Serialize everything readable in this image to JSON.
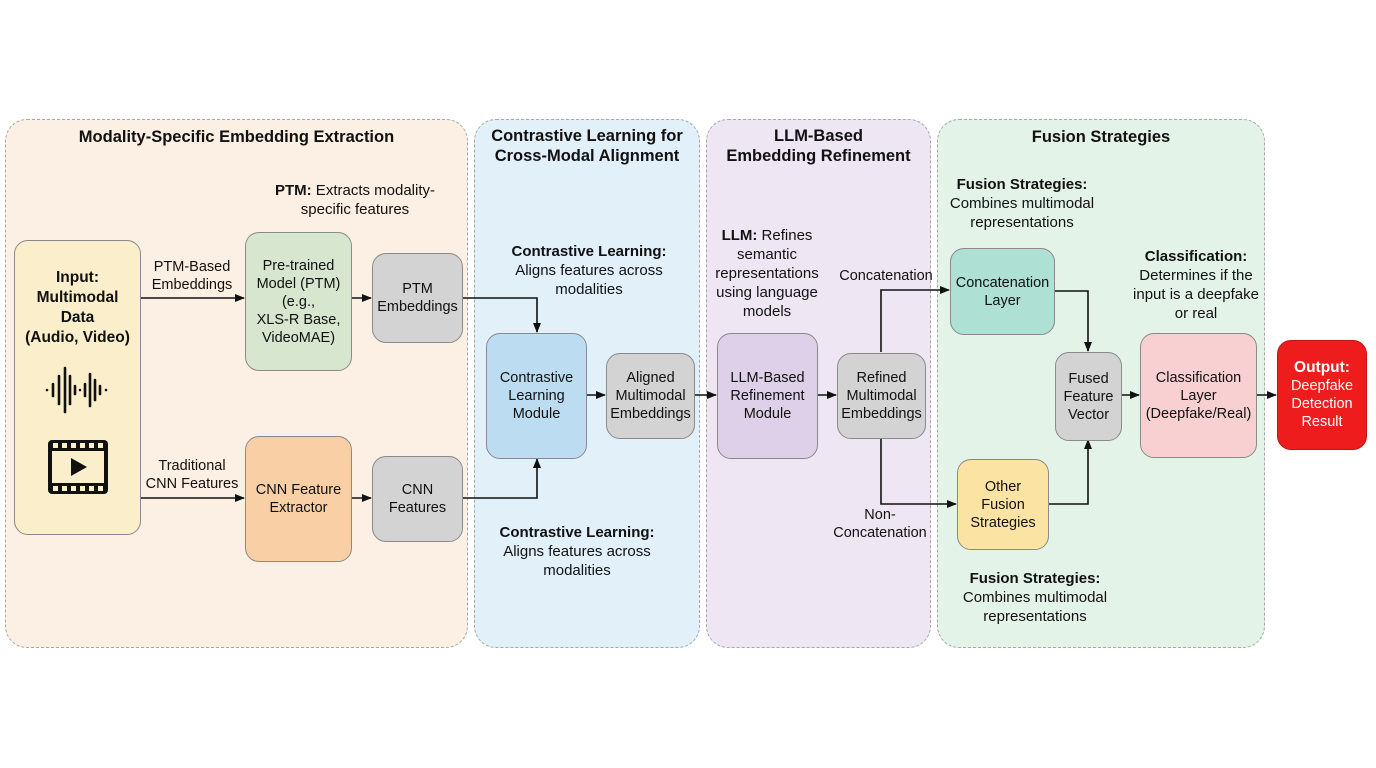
{
  "panels": [
    {
      "title": "Modality-Specific Embedding Extraction",
      "color": "#fcefe3"
    },
    {
      "title_line1": "Contrastive Learning for",
      "title_line2": "Cross-Modal Alignment",
      "color": "#e2f0fa"
    },
    {
      "title_line1": "LLM-Based",
      "title_line2": "Embedding Refinement",
      "color": "#efe6f4"
    },
    {
      "title": "Fusion Strategies",
      "color": "#e3f3e8"
    }
  ],
  "notes": {
    "ptm": {
      "bold": "PTM:",
      "text1": " Extracts modality-",
      "text2": "specific features"
    },
    "contrastive_top": {
      "bold": "Contrastive Learning:",
      "text1": "Aligns features across",
      "text2": "modalities"
    },
    "contrastive_bottom": {
      "bold": "Contrastive Learning:",
      "text1": "Aligns features across",
      "text2": "modalities"
    },
    "llm": {
      "bold": "LLM:",
      "text1": " Refines",
      "text2": "semantic",
      "text3": "representations",
      "text4": "using language",
      "text5": "models"
    },
    "fusion_top": {
      "bold": "Fusion Strategies:",
      "text1": "Combines multimodal",
      "text2": "representations"
    },
    "fusion_bottom": {
      "bold": "Fusion Strategies:",
      "text1": "Combines multimodal",
      "text2": "representations"
    },
    "classification": {
      "bold": "Classification:",
      "text1": "Determines if the",
      "text2": "input is a deepfake",
      "text3": "or real"
    }
  },
  "nodes": {
    "input": {
      "l1": "Input:",
      "l2": "Multimodal",
      "l3": "Data",
      "l4": "(Audio, Video)",
      "icons": [
        "audio-waveform-icon",
        "video-play-icon"
      ],
      "color": "#fbeecb"
    },
    "ptm_model": {
      "l1": "Pre-trained",
      "l2": "Model (PTM)",
      "l3": "(e.g.,",
      "l4": "XLS-R Base,",
      "l5": "VideoMAE)",
      "color": "#d7e6cf"
    },
    "ptm_embeddings": {
      "l1": "PTM",
      "l2": "Embeddings",
      "color": "#d3d3d3"
    },
    "cnn_extractor": {
      "l1": "CNN Feature",
      "l2": "Extractor",
      "color": "#f9cfa6"
    },
    "cnn_features": {
      "l1": "CNN",
      "l2": "Features",
      "color": "#d3d3d3"
    },
    "contrastive_module": {
      "l1": "Contrastive",
      "l2": "Learning",
      "l3": "Module",
      "color": "#bcdcf2"
    },
    "aligned_embeddings": {
      "l1": "Aligned",
      "l2": "Multimodal",
      "l3": "Embeddings",
      "color": "#d3d3d3"
    },
    "llm_module": {
      "l1": "LLM-Based",
      "l2": "Refinement",
      "l3": "Module",
      "color": "#ddd0e8"
    },
    "refined_embeddings": {
      "l1": "Refined",
      "l2": "Multimodal",
      "l3": "Embeddings",
      "color": "#d3d3d3"
    },
    "concat_layer": {
      "l1": "Concatenation",
      "l2": "Layer",
      "color": "#aee0d3"
    },
    "other_fusion": {
      "l1": "Other",
      "l2": "Fusion",
      "l3": "Strategies",
      "color": "#fbe4a3"
    },
    "fused_vector": {
      "l1": "Fused",
      "l2": "Feature",
      "l3": "Vector",
      "color": "#d3d3d3"
    },
    "classification_layer": {
      "l1": "Classification",
      "l2": "Layer",
      "l3": "(Deepfake/Real)",
      "color": "#f8d0d2"
    },
    "output": {
      "l1": "Output:",
      "l2": "Deepfake",
      "l3": "Detection",
      "l4": "Result",
      "color": "#ee1c1c"
    }
  },
  "edge_labels": {
    "ptm_based": {
      "l1": "PTM-Based",
      "l2": "Embeddings"
    },
    "traditional_cnn": {
      "l1": "Traditional",
      "l2": "CNN Features"
    },
    "concatenation": "Concatenation",
    "non_concat": {
      "l1": "Non-",
      "l2": "Concatenation"
    }
  }
}
